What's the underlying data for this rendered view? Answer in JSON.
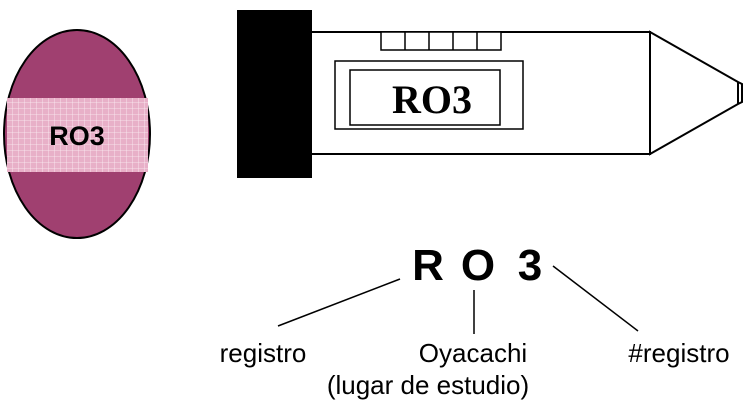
{
  "colors": {
    "circle_fill": "#a04070",
    "label_fill": "#e8b0c8",
    "cap_fill": "#000000",
    "line": "#000000"
  },
  "sample_circle": {
    "label": "RO3"
  },
  "tube": {
    "label": "RO3"
  },
  "code": {
    "letters": [
      "R",
      "O",
      "3"
    ]
  },
  "annotations": {
    "registro": "registro",
    "oyacachi": "Oyacachi",
    "lugar": "(lugar de estudio)",
    "numero_registro": "#registro"
  }
}
